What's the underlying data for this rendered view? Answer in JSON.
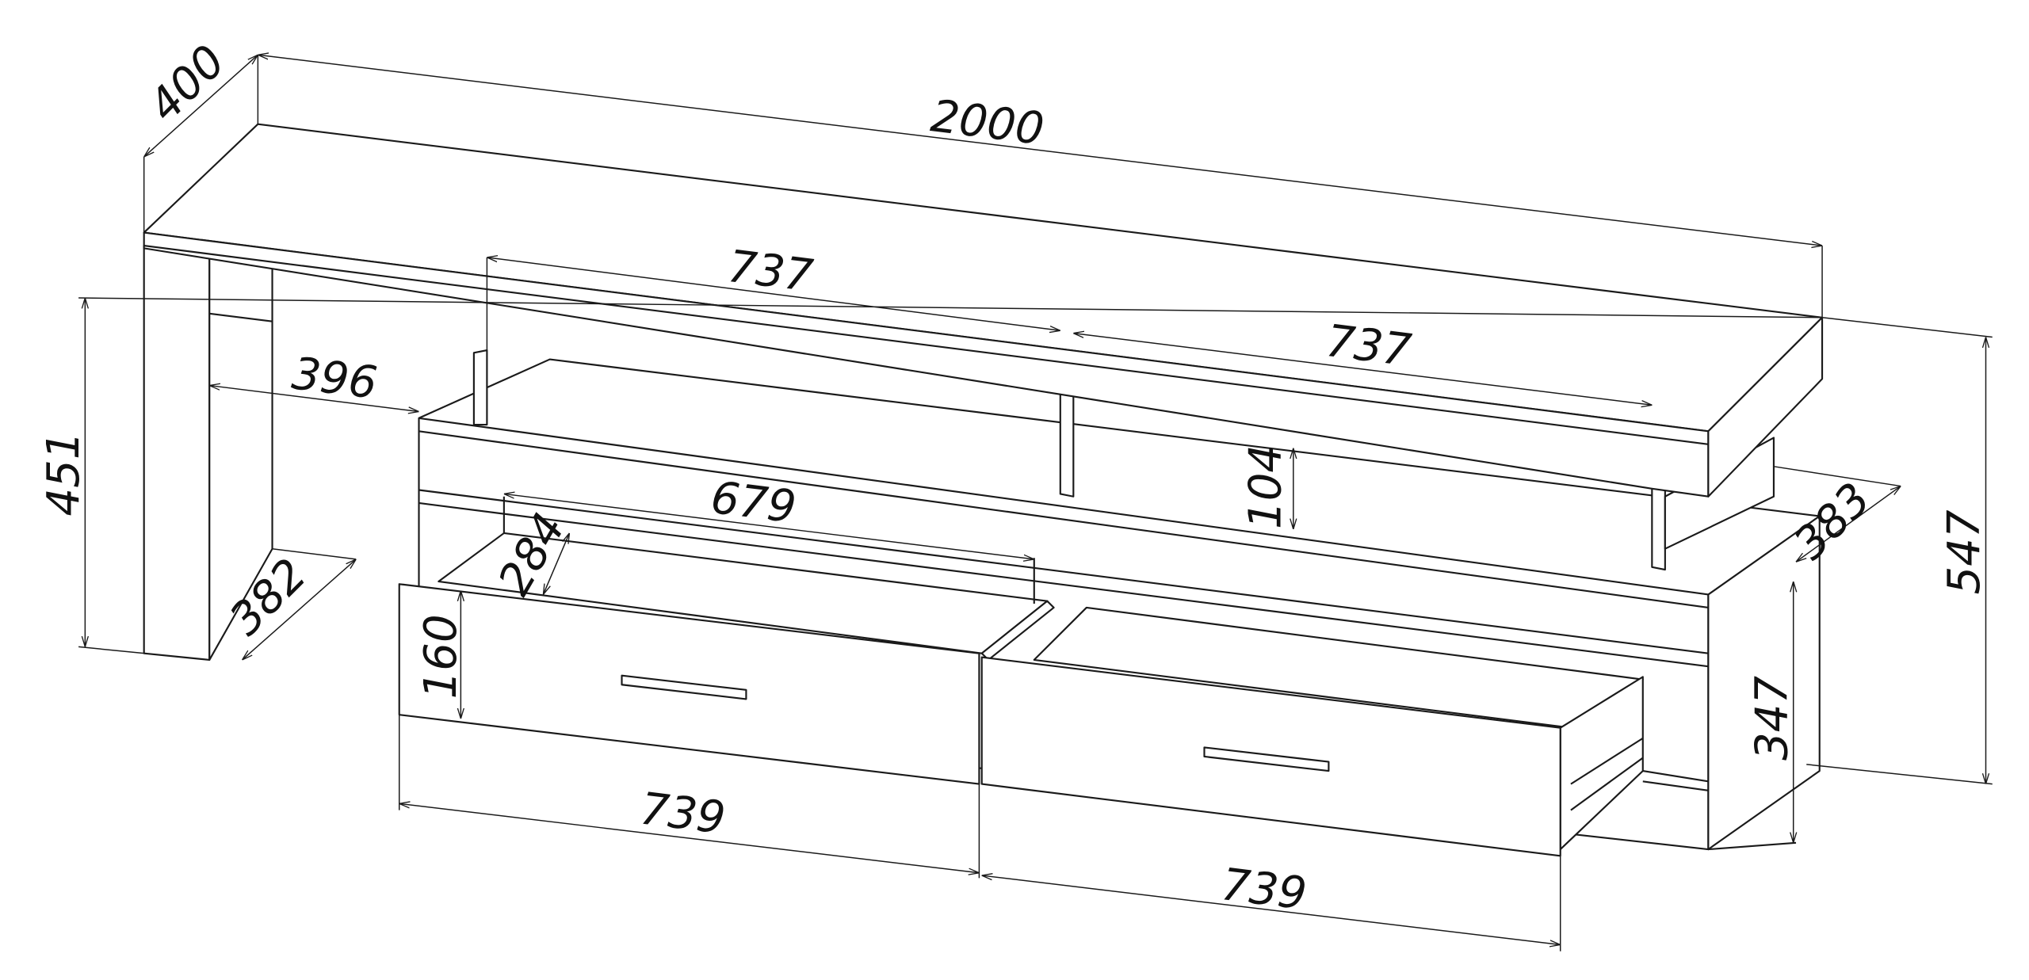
{
  "title": "TV stand dimension drawing",
  "colors": {
    "line": "#1a1a1a",
    "background": "#ffffff"
  },
  "dimensions": {
    "depth_top": "400",
    "width_total": "2000",
    "shelf_left": "737",
    "shelf_right": "737",
    "leg_gap": "396",
    "leg_height": "451",
    "shelf_clearance": "104",
    "drawer_inner_width": "679",
    "drawer_inner_depth": "284",
    "right_depth": "383",
    "total_height": "547",
    "leg_depth": "382",
    "drawer_height": "160",
    "cabinet_height": "347",
    "drawer_width_left": "739",
    "drawer_width_right": "739"
  }
}
